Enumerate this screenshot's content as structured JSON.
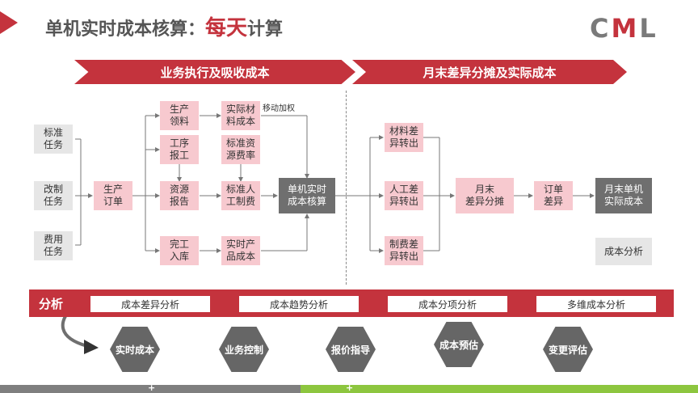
{
  "header": {
    "title_prefix": "单机实时成本核算：",
    "title_highlight": "每天",
    "title_suffix": "计算",
    "logo_main": "C",
    "logo_mid": "M",
    "logo_end": "L"
  },
  "banners": {
    "left": "业务执行及吸收成本",
    "right": "月末差异分摊及实际成本"
  },
  "flow": {
    "std_task": "标准\n任务",
    "mod_task": "改制\n任务",
    "exp_task": "费用\n任务",
    "prod_order": "生产\n订单",
    "prod_pick": "生产\n领料",
    "op_report": "工序\n报工",
    "res_report": "资源\n报告",
    "complete_in": "完工\n入库",
    "actual_mat": "实际材\n料成本",
    "std_rate": "标准资\n源费率",
    "std_labor": "标准人\n工制费",
    "actual_prod": "实时产\n品成本",
    "moving_avg": "移动加权",
    "rt_costing": "单机实时\n成本核算",
    "mat_var": "材料差\n异转出",
    "labor_var": "人工差\n异转出",
    "oh_var": "制费差\n异转出",
    "month_alloc": "月末\n差异分摊",
    "order_var": "订单\n差异",
    "month_actual": "月末单机\n实际成本",
    "cost_analysis": "成本分析"
  },
  "analysis": {
    "label": "分析",
    "pills": [
      "成本差异分析",
      "成本趋势分析",
      "成本分项分析",
      "多维成本分析"
    ],
    "hexes": [
      "实时成本",
      "业务控制",
      "报价指导",
      "成本预估",
      "变更评估"
    ]
  },
  "footer": {
    "plus": "+"
  },
  "colors": {
    "brand_red": "#c4333d",
    "pink": "#f7c9cf",
    "gray": "#e6e6e6",
    "dark": "#6f6f6f",
    "footer_gray": "#7f7f7f",
    "footer_green": "#8dc63f"
  }
}
